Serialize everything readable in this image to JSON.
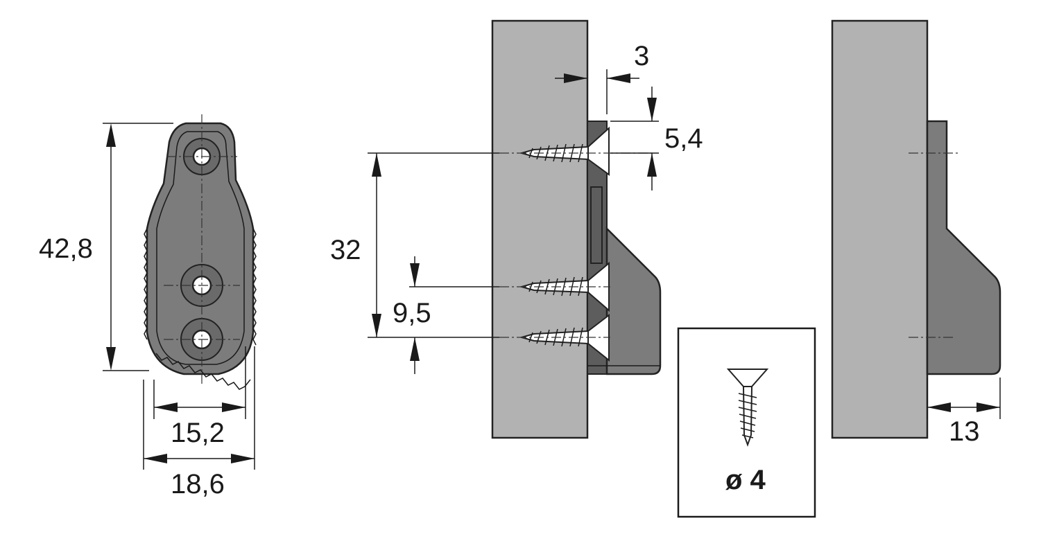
{
  "dimensions": {
    "height": "42,8",
    "inner_width": "15,2",
    "outer_width": "18,6",
    "offset_top": "3",
    "screw_top": "5,4",
    "screw_spacing": "32",
    "screw_bottom": "9,5",
    "depth": "13"
  },
  "screw_box": {
    "diameter_label": "ø 4"
  },
  "colors": {
    "wood": "#b2b2b2",
    "part": "#7c7c7c",
    "line": "#1a1a1a"
  }
}
